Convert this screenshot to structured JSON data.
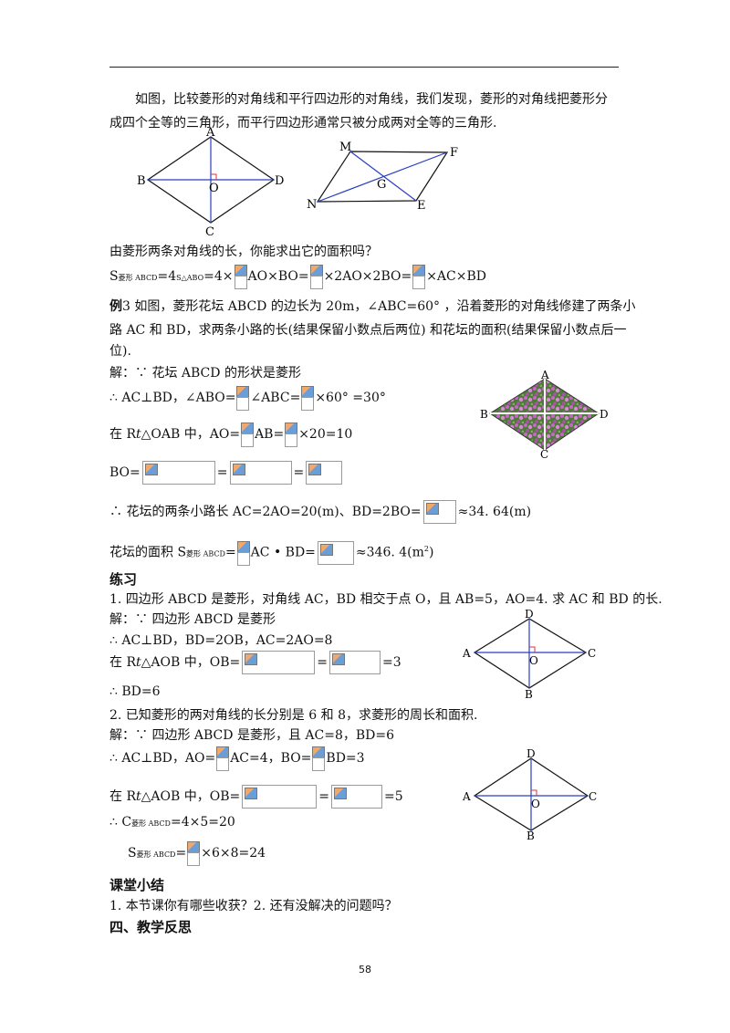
{
  "intro": {
    "line1": "如图，比较菱形的对角线和平行四边形的对角线，我们发现，菱形的对角线把菱形分",
    "line2": "成四个全等的三角形，而平行四边形通常只被分成两对全等的三角形."
  },
  "fig1_labels": {
    "a": "A",
    "b": "B",
    "c": "C",
    "d": "D",
    "o": "O"
  },
  "fig2_labels": {
    "m": "M",
    "f": "F",
    "g": "G",
    "n": "N",
    "e": "E"
  },
  "area_question": "由菱形两条对角线的长，你能求出它的面积吗？",
  "area_formula": {
    "s": "S",
    "s_sub": "菱形 ABCD",
    "eq1": "=4",
    "s2_sub": "S△ABO",
    "eq2": "=4×",
    "part2": "AO×BO=",
    "part3": "×2AO×2BO=",
    "part4": "×AC×BD"
  },
  "example": {
    "label": "例",
    "line1": "3  如图，菱形花坛 ABCD 的边长为 20m，∠ABC=60° ，沿着菱形的对角线修建了两条小",
    "line2": "路 AC 和 BD，求两条小路的长(结果保留小数点后两位) 和花坛的面积(结果保留小数点后一",
    "line3": "位)."
  },
  "solution1": {
    "l1": "解：∵  花坛 ABCD 的形状是菱形",
    "l2a": "∴  AC⊥BD，∠ABO=",
    "l2b": "∠ABC=",
    "l2c": "×60° =30°",
    "l3a": "在 R",
    "l3t": "t",
    "l3b": "△OAB 中，AO=",
    "l3c": "AB=",
    "l3d": "×20=10",
    "l4a": "BO=",
    "l4b": "=",
    "l4c": "=",
    "l5a": "∴  花坛的两条小路长 AC=2AO=20(m)、BD=2BO=",
    "l5b": "≈34. 64(m)",
    "l6a": "花坛的面积 S",
    "l6sub": "菱形 ABCD",
    "l6b": "=",
    "l6c": "AC • BD=",
    "l6d": "≈346. 4(m",
    "l6sup": "2",
    "l6e": ")"
  },
  "garden_labels": {
    "a": "A",
    "b": "B",
    "c": "C",
    "d": "D"
  },
  "practice_heading": "练习",
  "p1": {
    "q": "1. 四边形 ABCD 是菱形，对角线 AC，BD 相交于点 O，且 AB=5，AO=4. 求 AC 和 BD 的长.",
    "s1": "解：∵  四边形 ABCD 是菱形",
    "s2": "∴  AC⊥BD，BD=2OB，AC=2AO=8",
    "s3a": "在 R",
    "s3t": "t",
    "s3b": "△AOB 中，OB=",
    "s3c": "=",
    "s3d": "=3",
    "s4": "∴  BD=6"
  },
  "p2": {
    "q": "2. 已知菱形的两对角线的长分别是 6 和 8，求菱形的周长和面积.",
    "s1": "解：∵  四边形 ABCD 是菱形，且 AC=8，BD=6",
    "s2a": "∴  AC⊥BD，AO=",
    "s2b": "AC=4，BO=",
    "s2c": "BD=3",
    "s3a": "在 R",
    "s3t": "t",
    "s3b": "△AOB 中，OB=",
    "s3c": "=",
    "s3d": "=5",
    "s4a": "∴  C",
    "s4sub": "菱形 ABCD",
    "s4b": "=4×5=20",
    "s5a": "S",
    "s5sub": "菱形 ABCD",
    "s5b": "=",
    "s5c": "×6×8=24"
  },
  "fig3_labels": {
    "a": "A",
    "b": "B",
    "c": "C",
    "d": "D",
    "o": "O"
  },
  "fig4_labels": {
    "a": "A",
    "b": "B",
    "c": "C",
    "d": "D",
    "o": "O"
  },
  "summary_heading": "课堂小结",
  "summary_text": "1. 本节课你有哪些收获？2. 还有没解决的问题吗？",
  "reflection_heading": "四、教学反思",
  "page_number": "58"
}
